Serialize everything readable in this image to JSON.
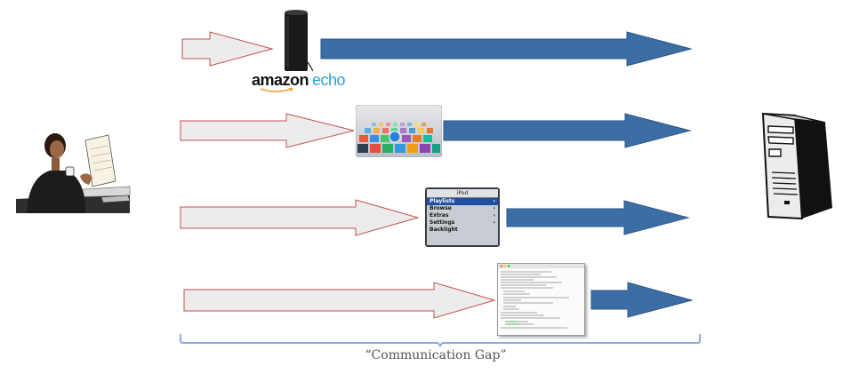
{
  "devices": {
    "echo_brand_amazon": "amazon",
    "echo_brand_echo": "echo",
    "ipod": {
      "title": "iPod",
      "menu": [
        {
          "label": "Playlists",
          "arrow": "›",
          "selected": true
        },
        {
          "label": "Browse",
          "arrow": "›",
          "selected": false
        },
        {
          "label": "Extras",
          "arrow": "›",
          "selected": false
        },
        {
          "label": "Settings",
          "arrow": "›",
          "selected": false
        },
        {
          "label": "Backlight",
          "arrow": "",
          "selected": false
        }
      ]
    }
  },
  "caption": "“Communication Gap”",
  "colors": {
    "human_arrow_fill": "#ececec",
    "human_arrow_stroke": "#c0504d",
    "machine_arrow_fill": "#3c6ea5",
    "brace": "#8eaad8"
  }
}
